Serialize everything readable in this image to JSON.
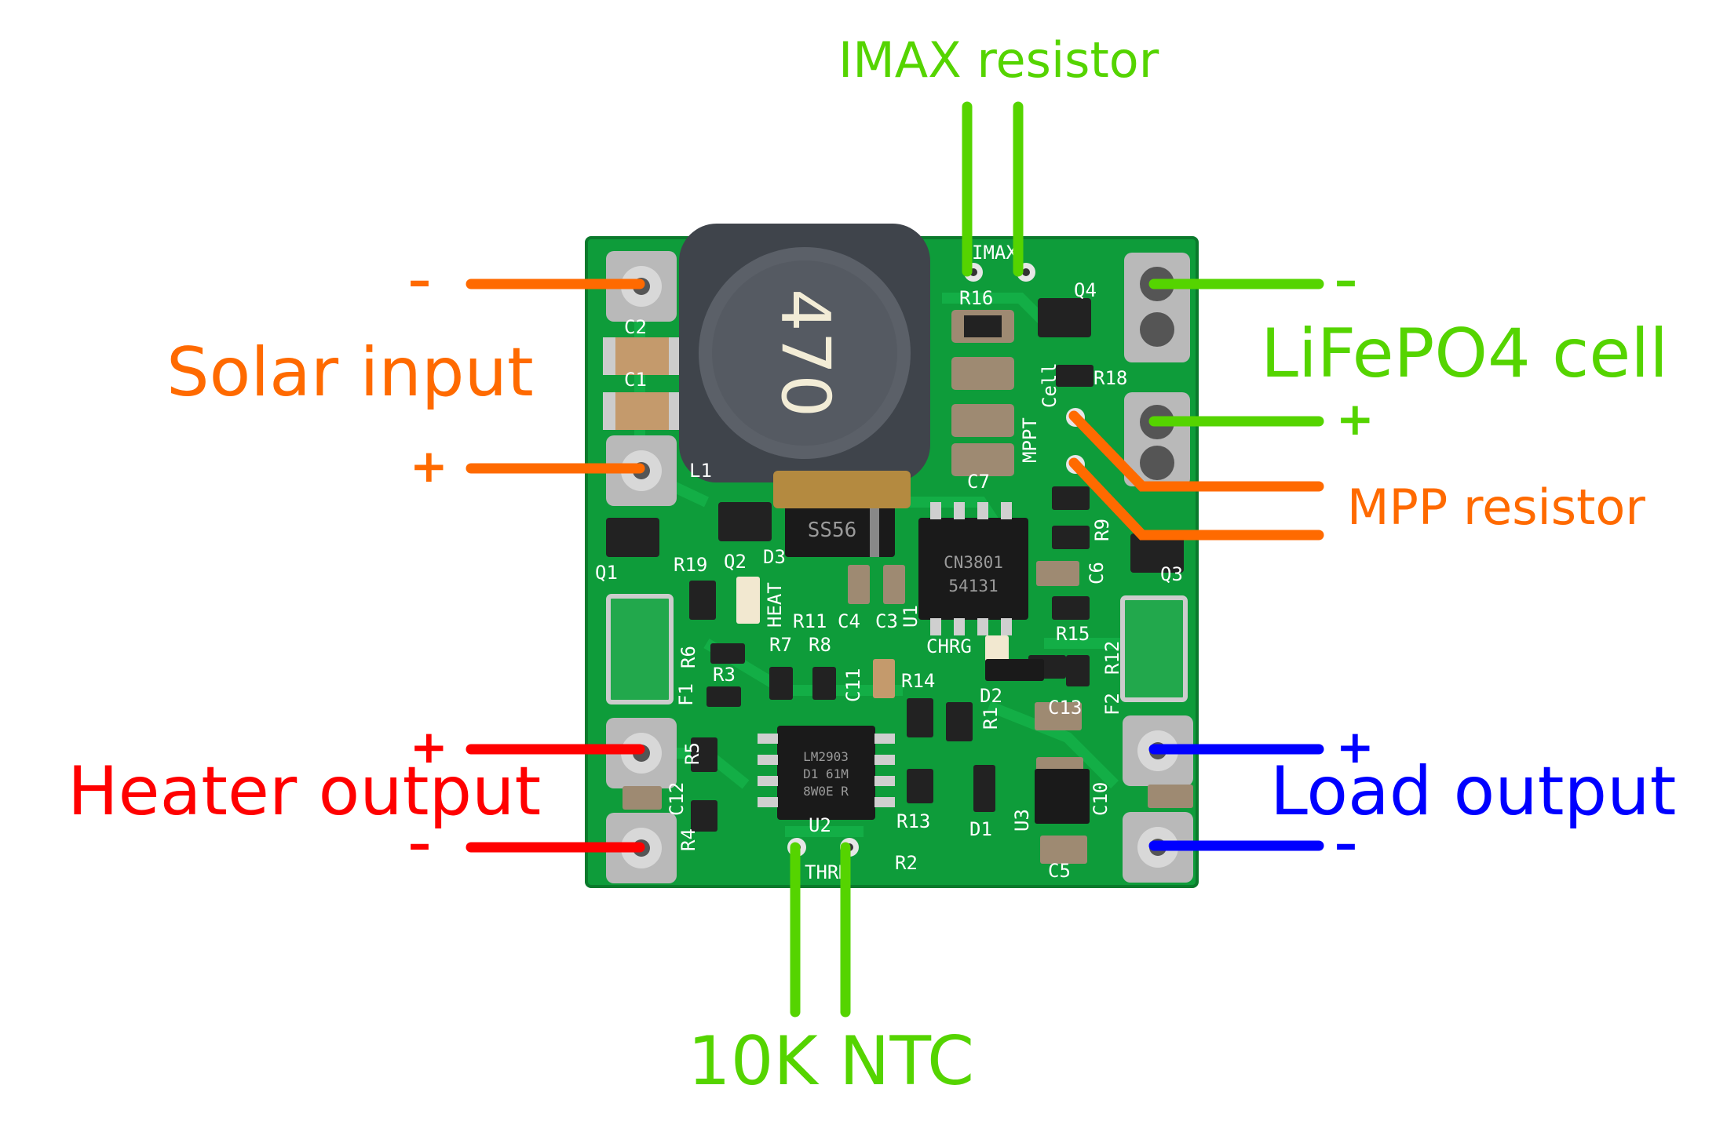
{
  "labels": {
    "imax": "IMAX resistor",
    "solar": "Solar input",
    "lifepo4": "LiFePO4 cell",
    "mpp": "MPP resistor",
    "heater": "Heater output",
    "load": "Load output",
    "ntc": "10K NTC"
  },
  "signs": {
    "plus": "+",
    "minus": "–"
  },
  "board": {
    "inductor": "470",
    "ic_main": [
      "CN3801",
      "54131"
    ],
    "diode": "SS56",
    "ic_small": [
      "LM2903",
      "D1 61M",
      "8W0E R"
    ],
    "silkscreen": {
      "imax": "IMAX",
      "r16": "R16",
      "q4": "Q4",
      "r18": "R18",
      "c2": "C2",
      "c1": "C1",
      "l1": "L1",
      "c7": "C7",
      "mppt": "MPPT",
      "cell": "Cell",
      "r9": "R9",
      "q3": "Q3",
      "r19": "R19",
      "q1": "Q1",
      "q2": "Q2",
      "d3": "D3",
      "heat": "HEAT",
      "r11": "R11",
      "c4": "C4",
      "c3": "C3",
      "u1": "U1",
      "c6": "C6",
      "r15": "R15",
      "chrg": "CHRG",
      "r6": "R6",
      "r7": "R7",
      "r8": "R8",
      "r3": "R3",
      "f1": "F1",
      "c11": "C11",
      "r14": "R14",
      "d2": "D2",
      "r12": "R12",
      "f2": "F2",
      "c13": "C13",
      "r1": "R1",
      "r5": "R5",
      "c12": "C12",
      "r4": "R4",
      "u2": "U2",
      "thrm": "THRM",
      "r13": "R13",
      "r2": "R2",
      "d1": "D1",
      "u3": "U3",
      "c10": "C10",
      "c5": "C5"
    }
  },
  "colors": {
    "orange": "#FF6A00",
    "green": "#55D400",
    "red": "#FF0000",
    "blue": "#0000FF",
    "pcb": "#0E9C3A"
  }
}
